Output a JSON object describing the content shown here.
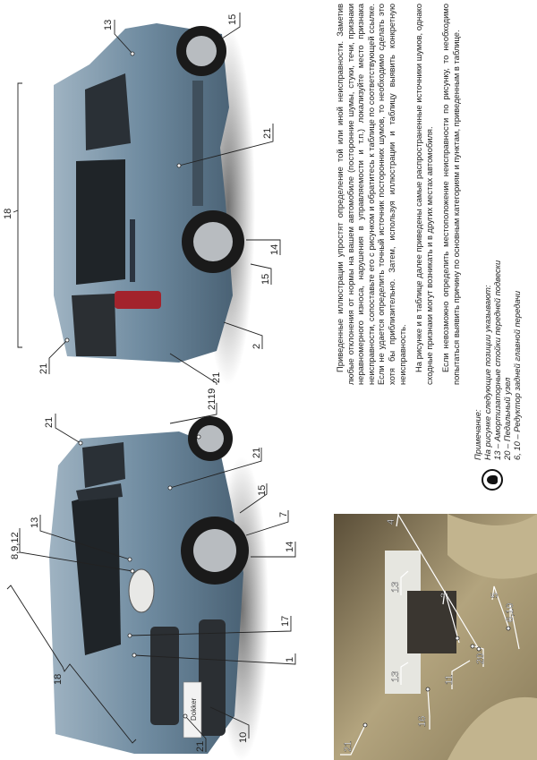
{
  "paragraphs": [
    "Приведенные иллюстрации упростят определение той или иной неисправности. Заметив любые отклонения от нормы на вашем автомобиле (посторонние шумы, стуки, течи, признаки неравномерного износа, нарушения в управляемости и т.п.) локализуйте место признака неисправности, сопоставьте его с рисунком и обратитесь к таблице по соответствующей ссылке. Если не удается определить точный источник посторонних шумов, то необходимо сделать это хотя бы приблизительно. Затем, используя иллюстрации и таблицу выявить конкретную неисправность.",
    "На рисунке и в таблице далее приведены самые распространенные источники шумов, однако сходные признаки могут возникать и в других местах автомобиля.",
    "Если невозможно определить местоположение неисправности по рисунку, то необходимо попытаться выявить причину по основным категориям и пунктам, приведенным в таблице."
  ],
  "note": {
    "icon": "lightbulb-icon",
    "title": "Примечание:",
    "intro": "На рисунке следующие позиции указывают:",
    "items": [
      "13 – Амортизаторные стойки передней подвески",
      "20 – Педальный узел",
      "6, 10 – Редуктор задней главной передачи"
    ]
  },
  "rear_car": {
    "callouts": [
      "18",
      "13",
      "15",
      "21",
      "14",
      "15",
      "2",
      "21",
      "21"
    ]
  },
  "front_car": {
    "plate_text": "Dokker",
    "callouts": [
      "21",
      "8,9,12",
      "13",
      "18",
      "19",
      "21",
      "21",
      "15",
      "7",
      "14",
      "17",
      "1",
      "10",
      "21"
    ]
  },
  "interior": {
    "callouts": [
      "21",
      "16",
      "13",
      "11",
      "20",
      "13",
      "3",
      "4",
      "5",
      "6,10"
    ]
  },
  "colors": {
    "car_body": "#6f8ba0",
    "car_dark": "#4a6275",
    "glass": "#1f2428",
    "interior": "#a89a78"
  }
}
